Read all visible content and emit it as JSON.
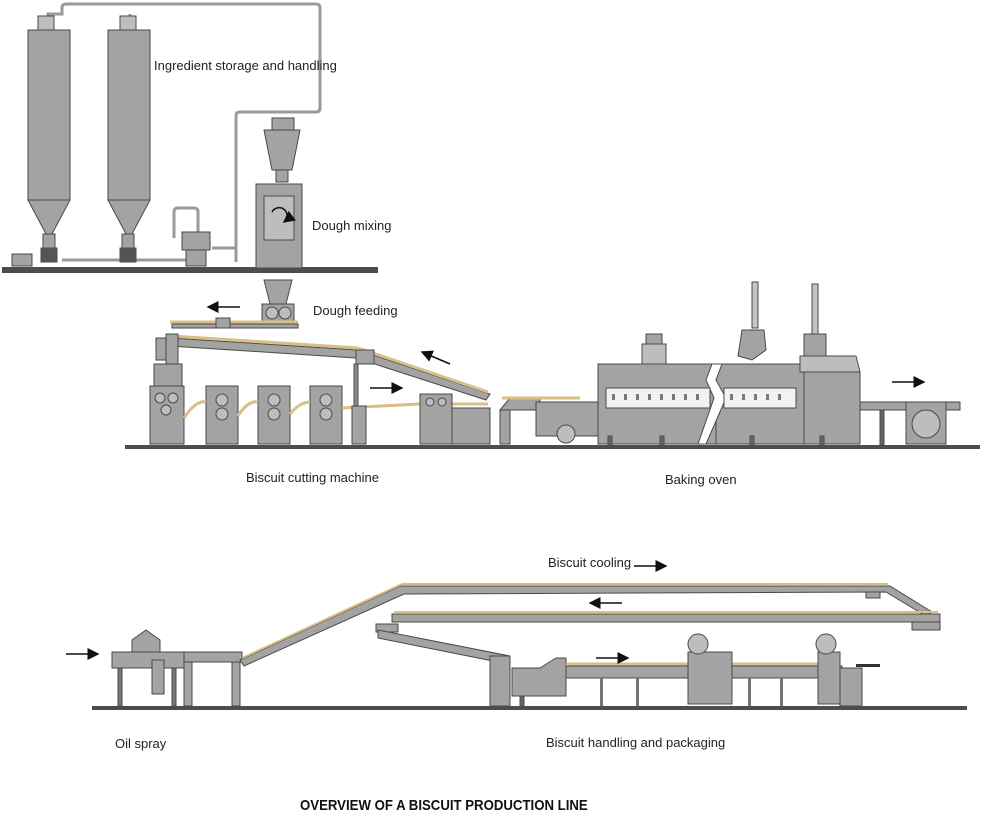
{
  "title": "OVERVIEW OF A BISCUIT PRODUCTION LINE",
  "labels": {
    "ingredient_storage": "Ingredient storage and handling",
    "dough_mixing": "Dough mixing",
    "dough_feeding": "Dough feeding",
    "biscuit_cutting": "Biscuit cutting machine",
    "baking_oven": "Baking oven",
    "biscuit_cooling": "Biscuit cooling",
    "oil_spray": "Oil spray",
    "handling_packaging": "Biscuit handling and packaging"
  },
  "colors": {
    "machine_fill": "#a3a3a3",
    "machine_stroke": "#4a4a4a",
    "dough_belt": "#d9bf83",
    "floor": "#4d4d4d",
    "pipe": "#9a9a9a",
    "oven_window": "#f2f2f2"
  },
  "icons": [
    "flow-arrow-icon",
    "mixer-rotation-icon"
  ]
}
